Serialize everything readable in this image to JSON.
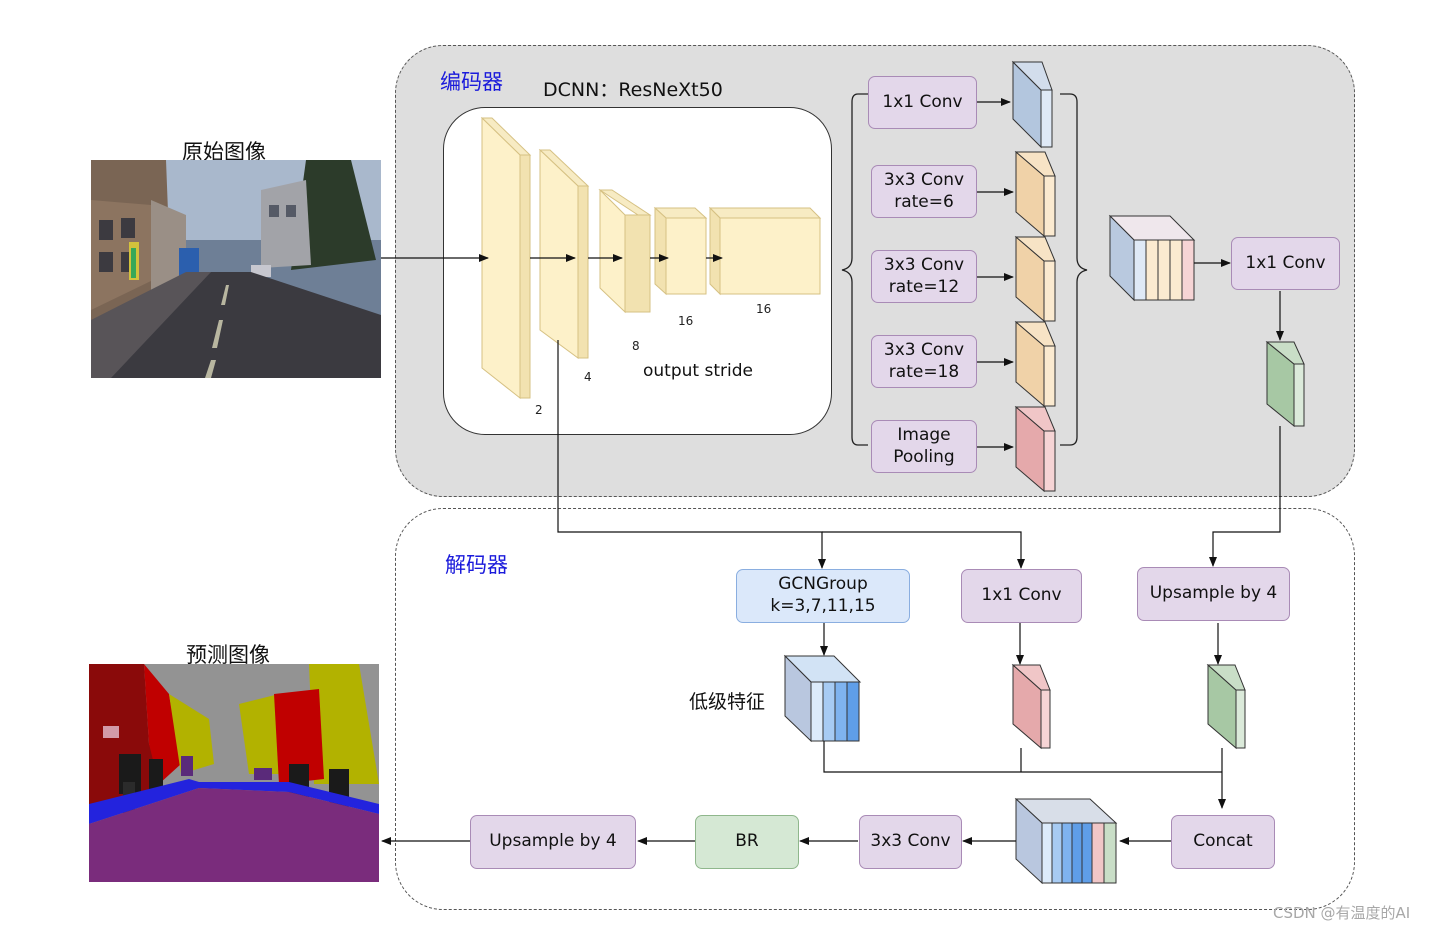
{
  "encoder": {
    "title": "编码器",
    "backbone_title": "DCNN：ResNeXt50",
    "output_stride_label": "output stride",
    "stride_values": [
      "2",
      "4",
      "8",
      "16",
      "16"
    ],
    "aspp": {
      "conv1x1": "1x1 Conv",
      "atrous": [
        {
          "line1": "3x3 Conv",
          "line2": "rate=6"
        },
        {
          "line1": "3x3 Conv",
          "line2": "rate=12"
        },
        {
          "line1": "3x3 Conv",
          "line2": "rate=18"
        }
      ],
      "pooling": {
        "line1": "Image",
        "line2": "Pooling"
      }
    },
    "merge_conv": "1x1 Conv"
  },
  "decoder": {
    "title": "解码器",
    "gcn": {
      "line1": "GCNGroup",
      "line2": "k=3,7,11,15"
    },
    "conv1x1": "1x1 Conv",
    "upsample_top": "Upsample by 4",
    "low_level_label": "低级特征",
    "concat": "Concat",
    "conv3x3": "3x3 Conv",
    "br": "BR",
    "upsample_out": "Upsample by 4"
  },
  "images": {
    "input_label": "原始图像",
    "output_label": "预测图像"
  },
  "watermark": "CSDN @有温度的AI",
  "colors": {
    "encoder_bg": "#dedede",
    "node_purple": "#e3d7ea",
    "node_blue": "#dbe8fa",
    "node_green": "#d5e8d4",
    "backbone_block": "#fdf1c9",
    "title_blue": "#1a1adb"
  }
}
